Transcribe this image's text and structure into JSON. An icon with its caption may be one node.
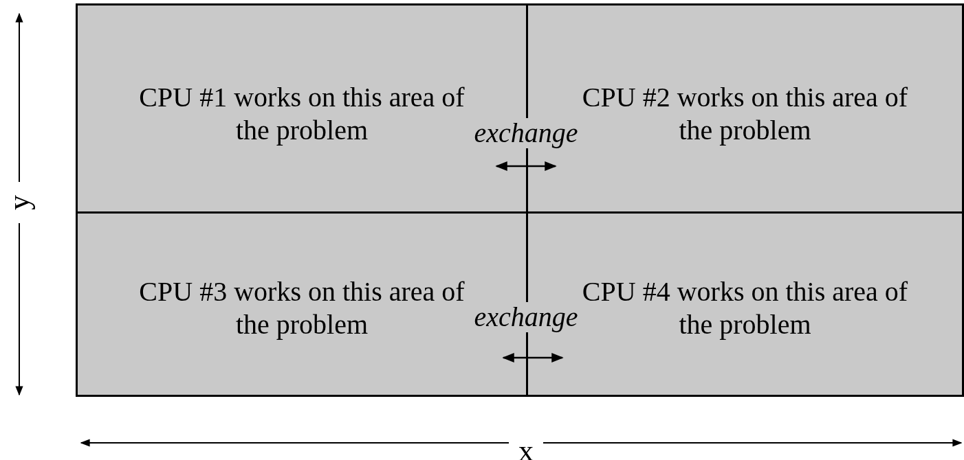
{
  "diagram": {
    "nodes": [
      {
        "text": [
          "CPU #1 works on this area of the problem"
        ]
      },
      {
        "text": [
          "CPU #2 works on this area of the problem"
        ]
      },
      {
        "text": [
          "CPU #3 works on this area of the problem"
        ]
      },
      {
        "text": [
          "CPU #4 works on this area of the problem"
        ]
      }
    ],
    "edges": [
      {
        "from": 0,
        "to": 1,
        "arrow": "both",
        "label": "exchange"
      },
      {
        "from": 2,
        "to": 3,
        "arrow": "both",
        "label": "exchange"
      }
    ],
    "labels": [
      "y",
      "x"
    ]
  }
}
